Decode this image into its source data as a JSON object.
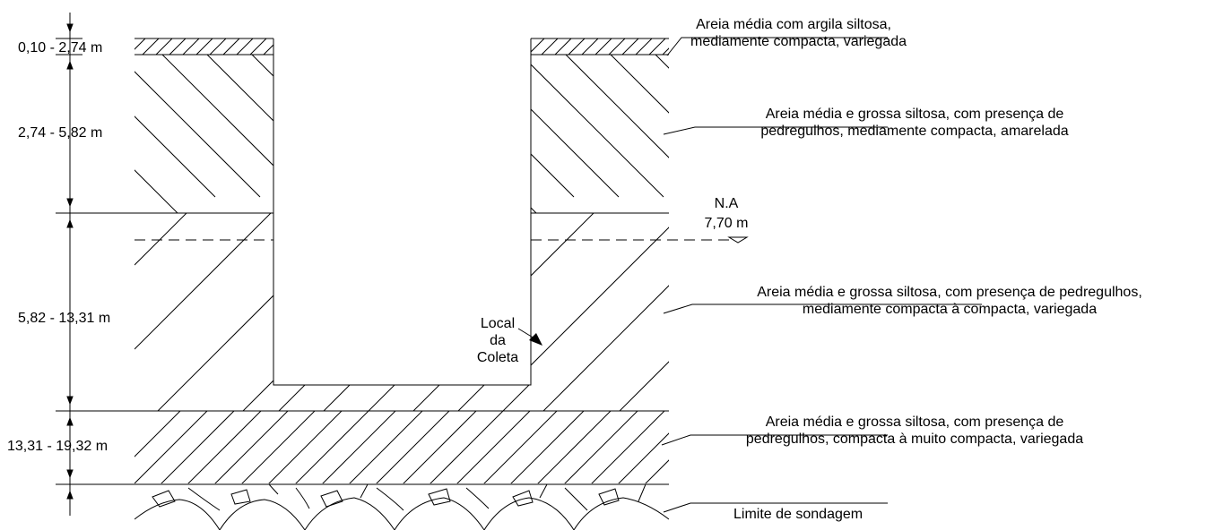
{
  "depth_labels": [
    {
      "text": "0,10 - 2,74 m"
    },
    {
      "text": "2,74 - 5,82 m"
    },
    {
      "text": "5,82 - 13,31 m"
    },
    {
      "text": "13,31 - 19,32 m"
    }
  ],
  "layers": [
    {
      "line1": "Areia média com argila siltosa,",
      "line2": "mediamente compacta, variegada"
    },
    {
      "line1": "Areia média e grossa siltosa, com presença de",
      "line2": "pedregulhos, mediamente compacta, amarelada"
    },
    {
      "line1": "Areia média e grossa siltosa, com presença de pedregulhos,",
      "line2": "mediamente compacta à compacta, variegada"
    },
    {
      "line1": "Areia média e grossa siltosa, com presença de",
      "line2": "pedregulhos, compacta à muito compacta, variegada"
    },
    {
      "line1": "Limite de sondagem"
    }
  ],
  "water_table": {
    "label": "N.A",
    "depth": "7,70 m"
  },
  "sample": {
    "line1": "Local",
    "line2": "da",
    "line3": "Coleta"
  },
  "colors": {
    "line": "#000000",
    "background": "#ffffff"
  }
}
